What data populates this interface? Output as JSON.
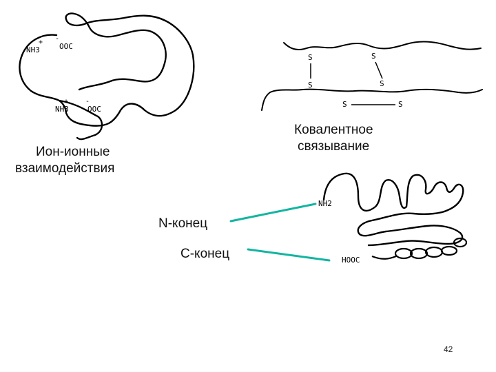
{
  "slide": {
    "ionic_label_line1": "Ион-ионные",
    "ionic_label_line2": "взаимодействия",
    "covalent_label_line1": "Ковалентное",
    "covalent_label_line2": "связывание",
    "n_terminus_label": "N-конец",
    "c_terminus_label": "C-конец",
    "page_number": "42",
    "pointer_color": "#12b5a0"
  },
  "ionic_diagram": {
    "nh3_top": "NH3",
    "coo_top": "OOC",
    "nh3_bottom": "NH3",
    "coo_bottom": "OOC",
    "plus_sign": "+",
    "minus_sign": "-"
  },
  "disulfide_diagram": {
    "s_top_left": "S",
    "s_top_right": "S",
    "s_mid_left": "S",
    "s_mid_right": "S",
    "s_bottom_left": "S",
    "s_bottom_right": "S"
  },
  "protein_diagram": {
    "nh2_label": "NH2",
    "hooc_label": "HOOC"
  }
}
